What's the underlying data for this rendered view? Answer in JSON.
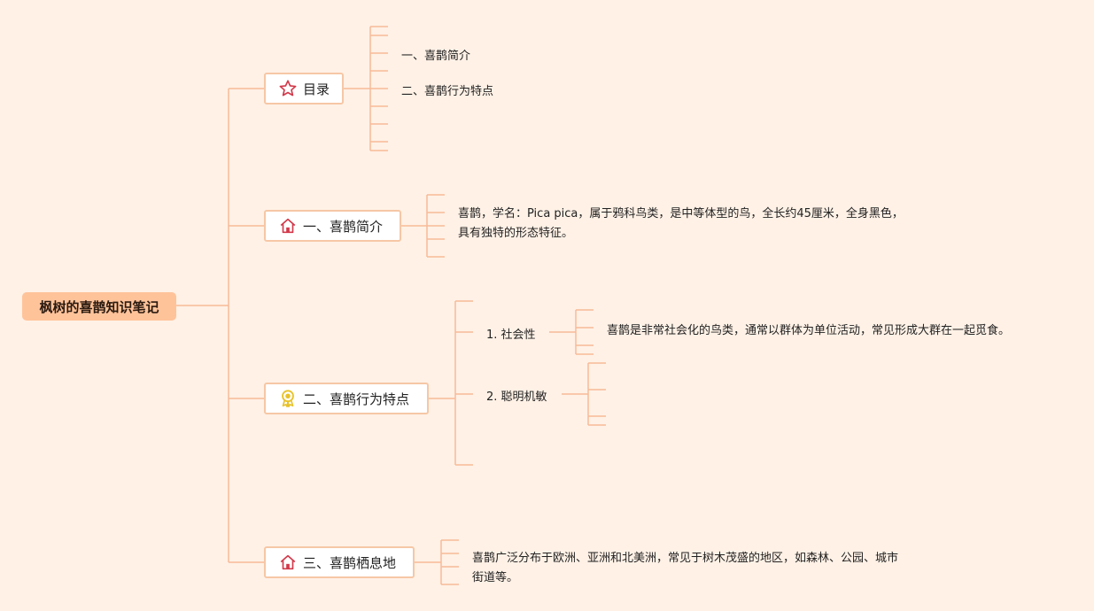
{
  "root": {
    "label": "枫树的喜鹊知识笔记"
  },
  "branches": [
    {
      "label": "目录",
      "icon": "star-icon",
      "items": [
        "一、喜鹊简介",
        "二、喜鹊行为特点"
      ]
    },
    {
      "label": "一、喜鹊简介",
      "icon": "house-icon",
      "text": "喜鹊，学名：Pica pica，属于鸦科鸟类，是中等体型的鸟，全长约45厘米，全身黑色，具有独特的形态特征。"
    },
    {
      "label": "二、喜鹊行为特点",
      "icon": "award-ribbon-icon",
      "subs": [
        {
          "label": "1. 社会性",
          "text": "喜鹊是非常社会化的鸟类，通常以群体为单位活动，常见形成大群在一起觅食。"
        },
        {
          "label": "2. 聪明机敏"
        }
      ]
    },
    {
      "label": "三、喜鹊栖息地",
      "icon": "house-icon",
      "text": "喜鹊广泛分布于欧洲、亚洲和北美洲，常见于树木茂盛的地区，如森林、公园、城市街道等。"
    }
  ],
  "colors": {
    "background": "#fff1e6",
    "root_fill": "#ffc39a",
    "connector": "#f7ba97",
    "node_border": "#f6c7a6",
    "icon_red": "#d2384a",
    "icon_gold": "#e8c22a"
  }
}
